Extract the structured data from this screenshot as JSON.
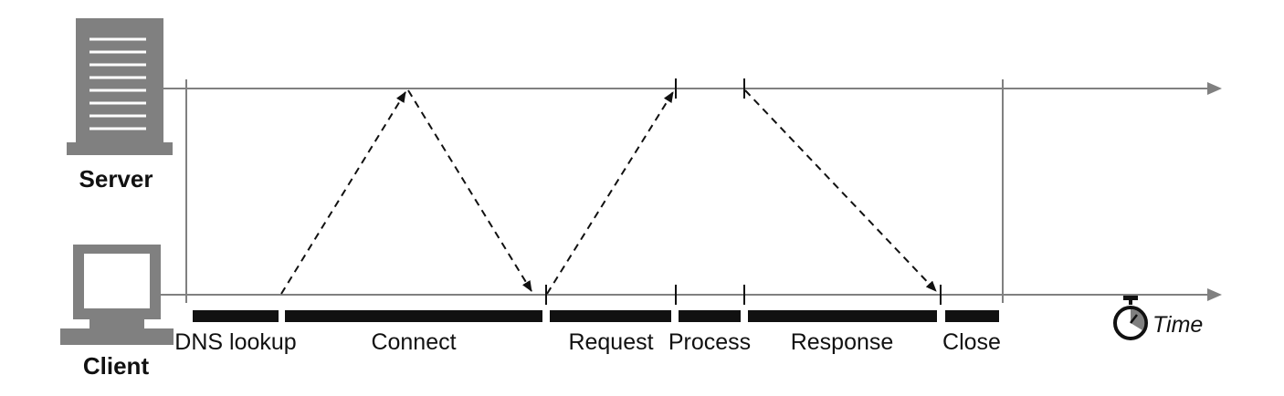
{
  "hosts": {
    "server_label": "Server",
    "client_label": "Client"
  },
  "phases": [
    {
      "id": "dns",
      "label": "DNS lookup"
    },
    {
      "id": "connect",
      "label": "Connect"
    },
    {
      "id": "request",
      "label": "Request"
    },
    {
      "id": "process",
      "label": "Process"
    },
    {
      "id": "response",
      "label": "Response"
    },
    {
      "id": "close",
      "label": "Close"
    }
  ],
  "time_label": "Time",
  "icons": {
    "server": "server-tower-icon",
    "client": "desktop-computer-icon",
    "timer": "stopwatch-icon"
  },
  "colors": {
    "line": "#808080",
    "icon_fill": "#808080",
    "phase_bar": "#111111",
    "arrow": "#111111",
    "text": "#111111"
  }
}
